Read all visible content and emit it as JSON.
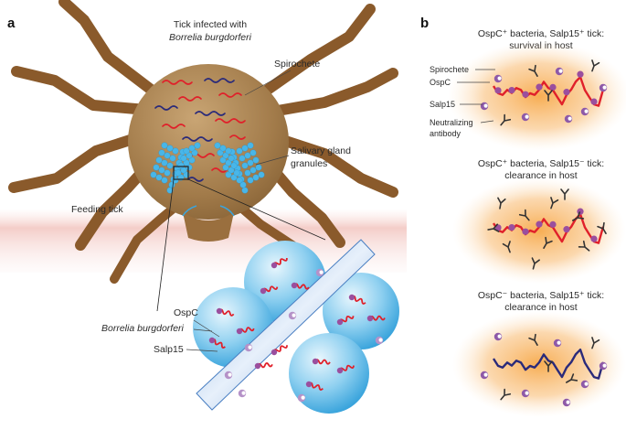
{
  "panel_a": {
    "letter": "a",
    "title_line1": "Tick infected with",
    "title_line2": "Borrelia burgdorferi",
    "spirochete": "Spirochete",
    "salivary_line1": "Salivary gland",
    "salivary_line2": "granules",
    "feeding_tick": "Feeding tick",
    "ospc": "OspC",
    "borrelia": "Borrelia burgdorferi",
    "salp15": "Salp15"
  },
  "panel_b": {
    "letter": "b",
    "s1_line1": "OspC⁺ bacteria, Salp15⁺ tick:",
    "s1_line2": "survival in host",
    "s2_line1": "OspC⁺ bacteria, Salp15⁻ tick:",
    "s2_line2": "clearance in host",
    "s3_line1": "OspC⁻ bacteria, Salp15⁺ tick:",
    "s3_line2": "clearance in host",
    "legend_spirochete": "Spirochete",
    "legend_ospc": "OspC",
    "legend_salp15": "Salp15",
    "legend_ab_line1": "Neutralizing",
    "legend_ab_line2": "antibody"
  },
  "colors": {
    "tick_body": "#a27b4a",
    "tick_legs": "#8a5a2b",
    "spirochete_red": "#e0202a",
    "spirochete_navy": "#2a2a7a",
    "granule_blue": "#49b6e8",
    "ospc_purple": "#9a4f9e",
    "salp15_lavender": "#b592c8",
    "halo_orange": "#f7a94a",
    "skin_pink": "#f3c9c4"
  }
}
